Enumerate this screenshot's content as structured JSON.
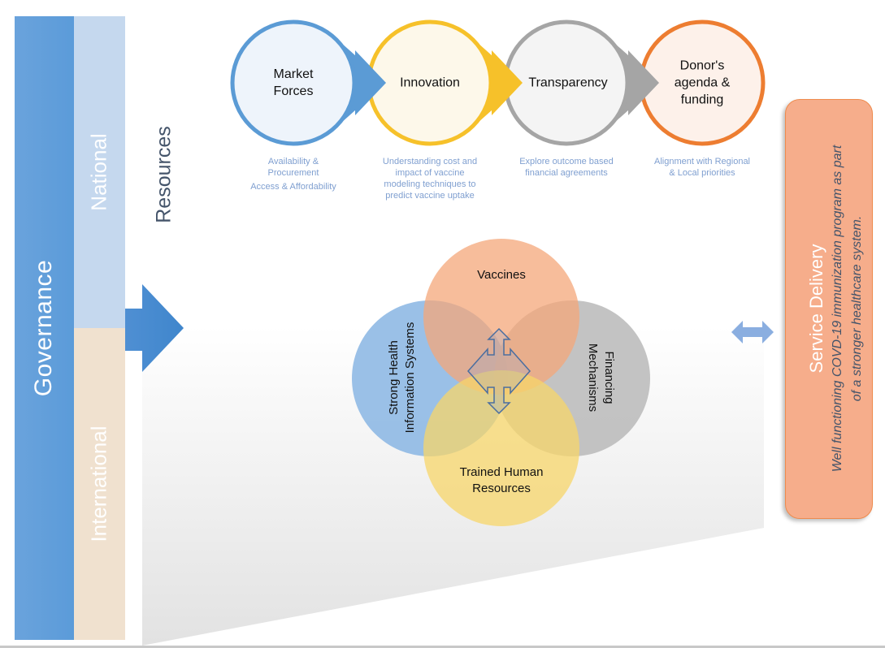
{
  "governance": {
    "title": "Governance",
    "levels": [
      {
        "label": "National",
        "color": "#c5d8ee"
      },
      {
        "label": "International",
        "color": "#f0e1cf"
      }
    ],
    "color": "#5b9bd9"
  },
  "resources": {
    "title": "Resources",
    "factors": [
      {
        "label_lines": [
          "Market",
          "Forces"
        ],
        "caption_lines": [
          "Availability &",
          "Procurement",
          "Access & Affordability"
        ],
        "ring_color": "#5b9bd5",
        "fill_color": "#eef4fb"
      },
      {
        "label_lines": [
          "Innovation"
        ],
        "caption_lines": [
          "Understanding cost and",
          "impact of vaccine",
          "modeling techniques to",
          "predict vaccine uptake"
        ],
        "ring_color": "#f6c12a",
        "fill_color": "#fdf8ea"
      },
      {
        "label_lines": [
          "Transparency"
        ],
        "caption_lines": [
          "Explore outcome based",
          "financial agreements"
        ],
        "ring_color": "#a5a5a5",
        "fill_color": "#f4f4f4"
      },
      {
        "label_lines": [
          "Donor's",
          "agenda &",
          "funding"
        ],
        "caption_lines": [
          "Alignment with  Regional",
          "& Local priorities"
        ],
        "ring_color": "#ed7d31",
        "fill_color": "#fdf1ea"
      }
    ]
  },
  "venn": {
    "items": [
      {
        "id": "vaccines",
        "label_lines": [
          "Vaccines"
        ],
        "color": "#f4a77a"
      },
      {
        "id": "financing",
        "label_lines": [
          "Financing",
          "Mechanisms"
        ],
        "color": "#bdbdbd"
      },
      {
        "id": "hr",
        "label_lines": [
          "Trained Human",
          "Resources"
        ],
        "color": "#f7d56a"
      },
      {
        "id": "his",
        "label_lines": [
          "Strong Health",
          "Information Systems"
        ],
        "color": "#8fb9e4"
      }
    ]
  },
  "service_delivery": {
    "title": "Service Delivery",
    "description_lines": [
      "Well functioning COVD-19 immunization program as part",
      "of a stronger healthcare system."
    ],
    "color": "#f6ad8b"
  }
}
